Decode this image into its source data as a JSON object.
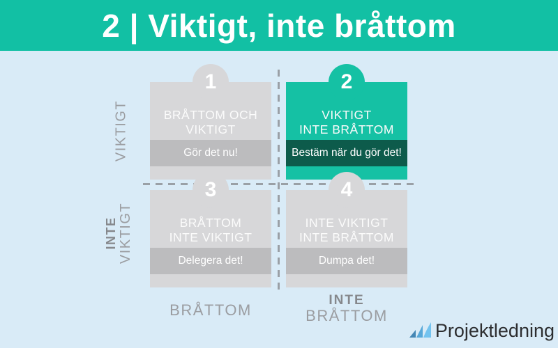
{
  "header": {
    "title": "2 | Viktigt, inte bråttom"
  },
  "quadrants": [
    {
      "number": "1",
      "title_line1": "BRÅTTOM OCH",
      "title_line2": "VIKTIGT",
      "action": "Gör det nu!",
      "highlighted": false
    },
    {
      "number": "2",
      "title_line1": "VIKTIGT",
      "title_line2": "INTE BRÅTTOM",
      "action": "Bestäm när du gör det!",
      "highlighted": true
    },
    {
      "number": "3",
      "title_line1": "BRÅTTOM",
      "title_line2": "INTE VIKTIGT",
      "action": "Delegera det!",
      "highlighted": false
    },
    {
      "number": "4",
      "title_line1": "INTE VIKTIGT",
      "title_line2": "INTE BRÅTTOM",
      "action": "Dumpa det!",
      "highlighted": false
    }
  ],
  "axes": {
    "y_top": "VIKTIGT",
    "y_bottom_line1": "INTE",
    "y_bottom_line2": "VIKTIGT",
    "x_left": "BRÅTTOM",
    "x_right_line1": "INTE",
    "x_right_line2": "BRÅTTOM"
  },
  "logo": {
    "text": "Projektledning",
    "icon": "growth-bars-icon"
  },
  "colors": {
    "header_teal": "#12c0a4",
    "highlight_teal": "#15c1a4",
    "highlight_band_dark": "#0d5b4b",
    "card_gray": "#d7d7d9",
    "band_gray": "#bcbcbe",
    "background_blue": "#d9ebf7",
    "axis_text": "#9b9da1",
    "axis_text_bold": "#86888c",
    "divider_gray": "#9aa0a6",
    "logo_text": "#2d2e30",
    "logo_blue_dark": "#4587b5",
    "logo_blue_mid": "#58a8d8",
    "logo_blue_light": "#73c3ef",
    "text_white": "#ffffff"
  }
}
